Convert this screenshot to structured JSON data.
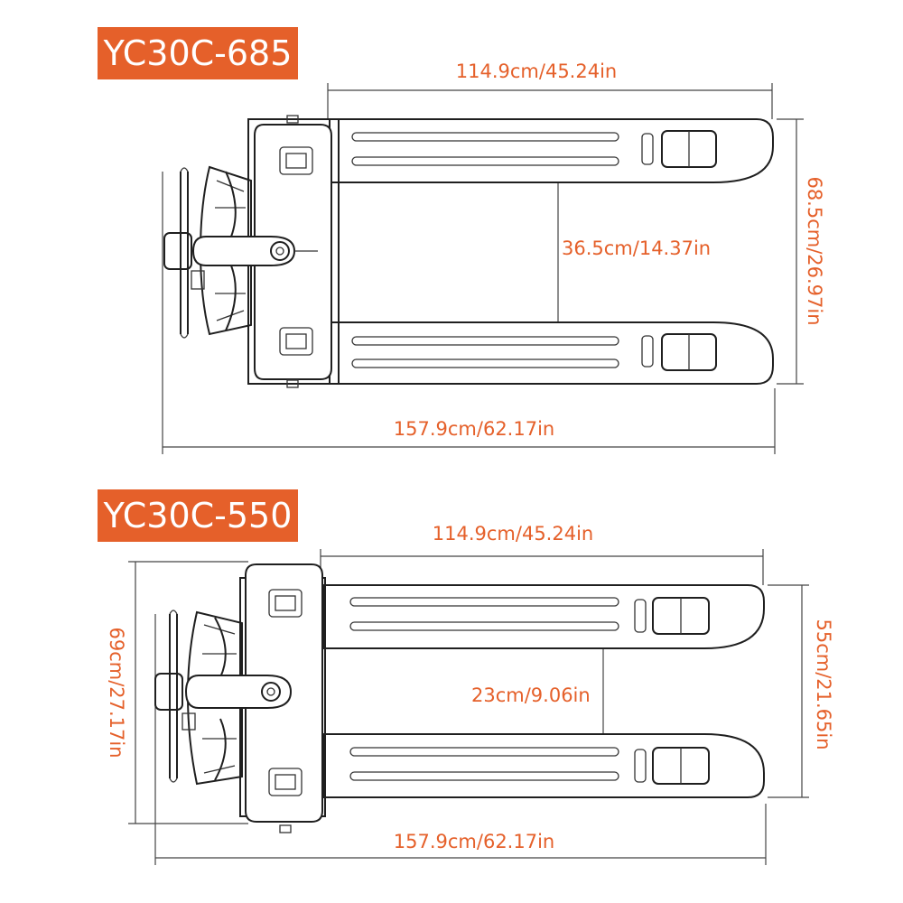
{
  "models": [
    {
      "name": "YC30C-685",
      "fork_length": "114.9cm/45.24in",
      "inner_width": "36.5cm/14.37in",
      "outer_width": "68.5cm/26.97in",
      "overall_length": "157.9cm/62.17in"
    },
    {
      "name": "YC30C-550",
      "fork_length": "114.9cm/45.24in",
      "inner_width": "23cm/9.06in",
      "outer_width": "55cm/21.65in",
      "overall_width": "69cm/27.17in",
      "overall_length": "157.9cm/62.17in"
    }
  ],
  "colors": {
    "accent": "#e5602a",
    "line": "#1f1f1f"
  }
}
